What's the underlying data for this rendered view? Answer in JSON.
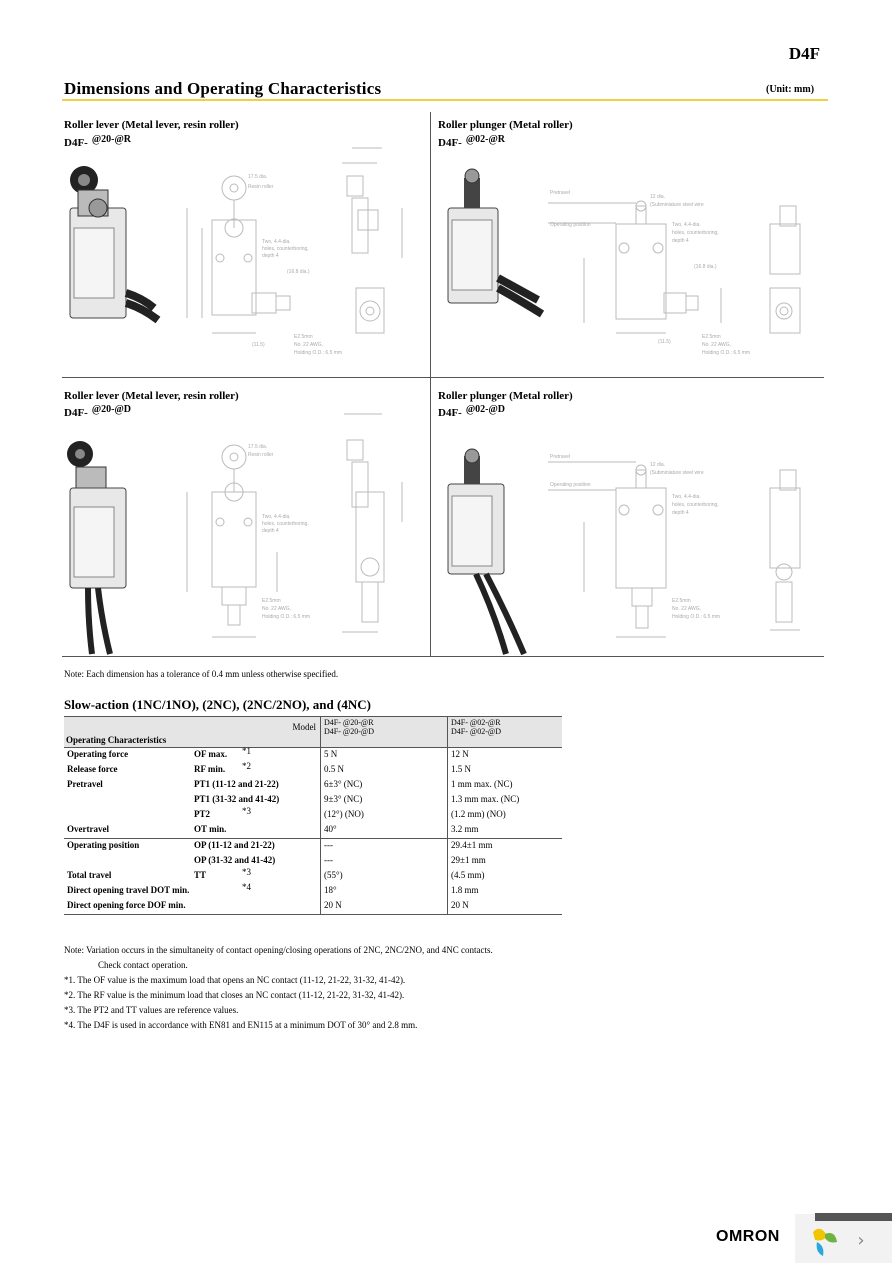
{
  "header": {
    "product": "D4F"
  },
  "section": {
    "title": "Dimensions and Operating Characteristics",
    "unit": "(Unit: mm)"
  },
  "cells": [
    {
      "title": "Roller lever (Metal lever, resin roller)",
      "model_prefix": "D4F-",
      "model_suffix": "@20-@R",
      "labels": [
        "17.5 dia.",
        "Resin roller",
        "Two, 4.4-dia.",
        "holes, counterboring,",
        "depth 4",
        "(16.8 dia.)",
        "(11.5)",
        "E2.5mm",
        "No. 22 AWG,",
        "Holding O.D.: 6.5 mm"
      ]
    },
    {
      "title": "Roller plunger (Metal roller)",
      "model_prefix": "D4F-",
      "model_suffix": "@02-@R",
      "labels": [
        "Pretravel",
        "Operating position",
        "12 dia.",
        "(Subminiature steel wire",
        "Two, 4.4-dia.",
        "holes, counterboring,",
        "depth 4",
        "(16.8 dia.)",
        "(11.5)",
        "E2.5mm",
        "No. 22 AWG,",
        "Holding O.D.: 6.5 mm"
      ]
    },
    {
      "title": "Roller lever (Metal lever, resin roller)",
      "model_prefix": "D4F-",
      "model_suffix": "@20-@D",
      "labels": [
        "17.5 dia.",
        "Resin roller",
        "Two, 4.4-dia.",
        "holes, counterboring,",
        "depth 4",
        "E2.5mm",
        "No. 22 AWG,",
        "Holding O.D.: 6.5 mm"
      ]
    },
    {
      "title": "Roller plunger (Metal roller)",
      "model_prefix": "D4F-",
      "model_suffix": "@02-@D",
      "labels": [
        "Pretravel",
        "Operating position",
        "12 dia.",
        "(Subminiature steel wire",
        "Two, 4.4-dia.",
        "holes, counterboring,",
        "depth 4",
        "E2.5mm",
        "No. 22 AWG,",
        "Holding O.D.: 6.5 mm"
      ]
    }
  ],
  "note": "Note: Each dimension has a tolerance of 0.4 mm unless otherwise specified.",
  "table": {
    "title": "Slow-action (1NC/1NO), (2NC), (2NC/2NO), and (4NC)",
    "header_model": "Model",
    "header_char": "Operating Characteristics",
    "col1_model_a": "D4F-  @20-@R",
    "col1_model_b": "D4F-  @20-@D",
    "col2_model_a": "D4F-  @02-@R",
    "col2_model_b": "D4F-  @02-@D",
    "rows": [
      {
        "name": "Operating force",
        "sym": "OF max.",
        "ref": "*1",
        "v1": "5 N",
        "v2": "12 N"
      },
      {
        "name": "Release force",
        "sym": "RF min.",
        "ref": "*2",
        "v1": "0.5 N",
        "v2": "1.5 N"
      },
      {
        "name": "Pretravel",
        "sym": "PT1 (11-12 and 21-22)",
        "ref": "",
        "v1": "6±3° (NC)",
        "v2": "1 mm max. (NC)"
      },
      {
        "name": "",
        "sym": "PT1 (31-32 and 41-42)",
        "ref": "",
        "v1": "9±3° (NC)",
        "v2": "1.3 mm max. (NC)"
      },
      {
        "name": "",
        "sym": "PT2",
        "ref": "*3",
        "v1": "(12°) (NO)",
        "v2": "(1.2 mm) (NO)"
      },
      {
        "name": "Overtravel",
        "sym": "OT min.",
        "ref": "",
        "v1": "40°",
        "v2": "3.2 mm"
      },
      {
        "name": "Operating position",
        "sym": "OP (11-12 and 21-22)",
        "ref": "",
        "v1": "---",
        "v2": "29.4±1 mm"
      },
      {
        "name": "",
        "sym": "OP (31-32 and 41-42)",
        "ref": "",
        "v1": "---",
        "v2": "29±1 mm"
      },
      {
        "name": "Total travel",
        "sym": "TT",
        "ref": "*3",
        "v1": "(55°)",
        "v2": "(4.5 mm)"
      },
      {
        "name": "Direct opening travel  DOT min.",
        "sym": "",
        "ref": "*4",
        "v1": "18°",
        "v2": "1.8 mm"
      },
      {
        "name": "Direct opening force DOF min.",
        "sym": "",
        "ref": "",
        "v1": "20 N",
        "v2": "20 N"
      }
    ]
  },
  "footnotes": [
    "Note: Variation occurs in the simultaneity of contact opening/closing operations of 2NC, 2NC/2NO, and 4NC contacts.",
    "Check contact operation.",
    "*1. The OF value is the maximum load that opens an NC contact (11-12, 21-22, 31-32, 41-42).",
    "*2. The RF value is the minimum load that closes an NC contact (11-12, 21-22, 31-32, 41-42).",
    "*3. The PT2 and TT values are reference values.",
    "*4. The D4F is used in accordance with EN81 and EN115 at a minimum DOT of 30° and 2.8 mm."
  ],
  "footer": {
    "brand": "OMRON",
    "next_icon": "chevron-right-icon"
  }
}
